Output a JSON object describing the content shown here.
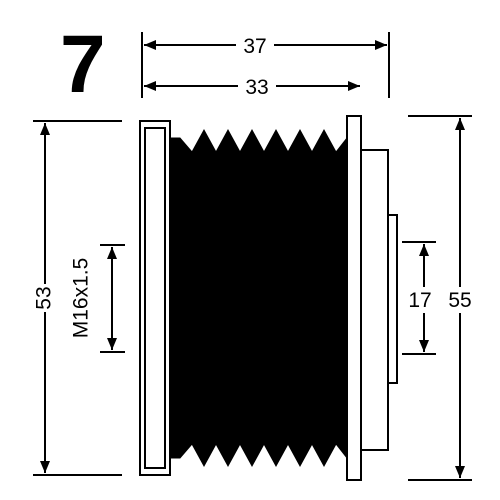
{
  "diagram": {
    "part_number": "7",
    "dimensions": {
      "overall_width": "37",
      "groove_width": "33",
      "pulley_diameter": "53",
      "thread": "M16x1.5",
      "hub_diameter": "17",
      "outer_diameter": "55"
    },
    "colors": {
      "ink": "#000000",
      "background": "#ffffff"
    }
  }
}
